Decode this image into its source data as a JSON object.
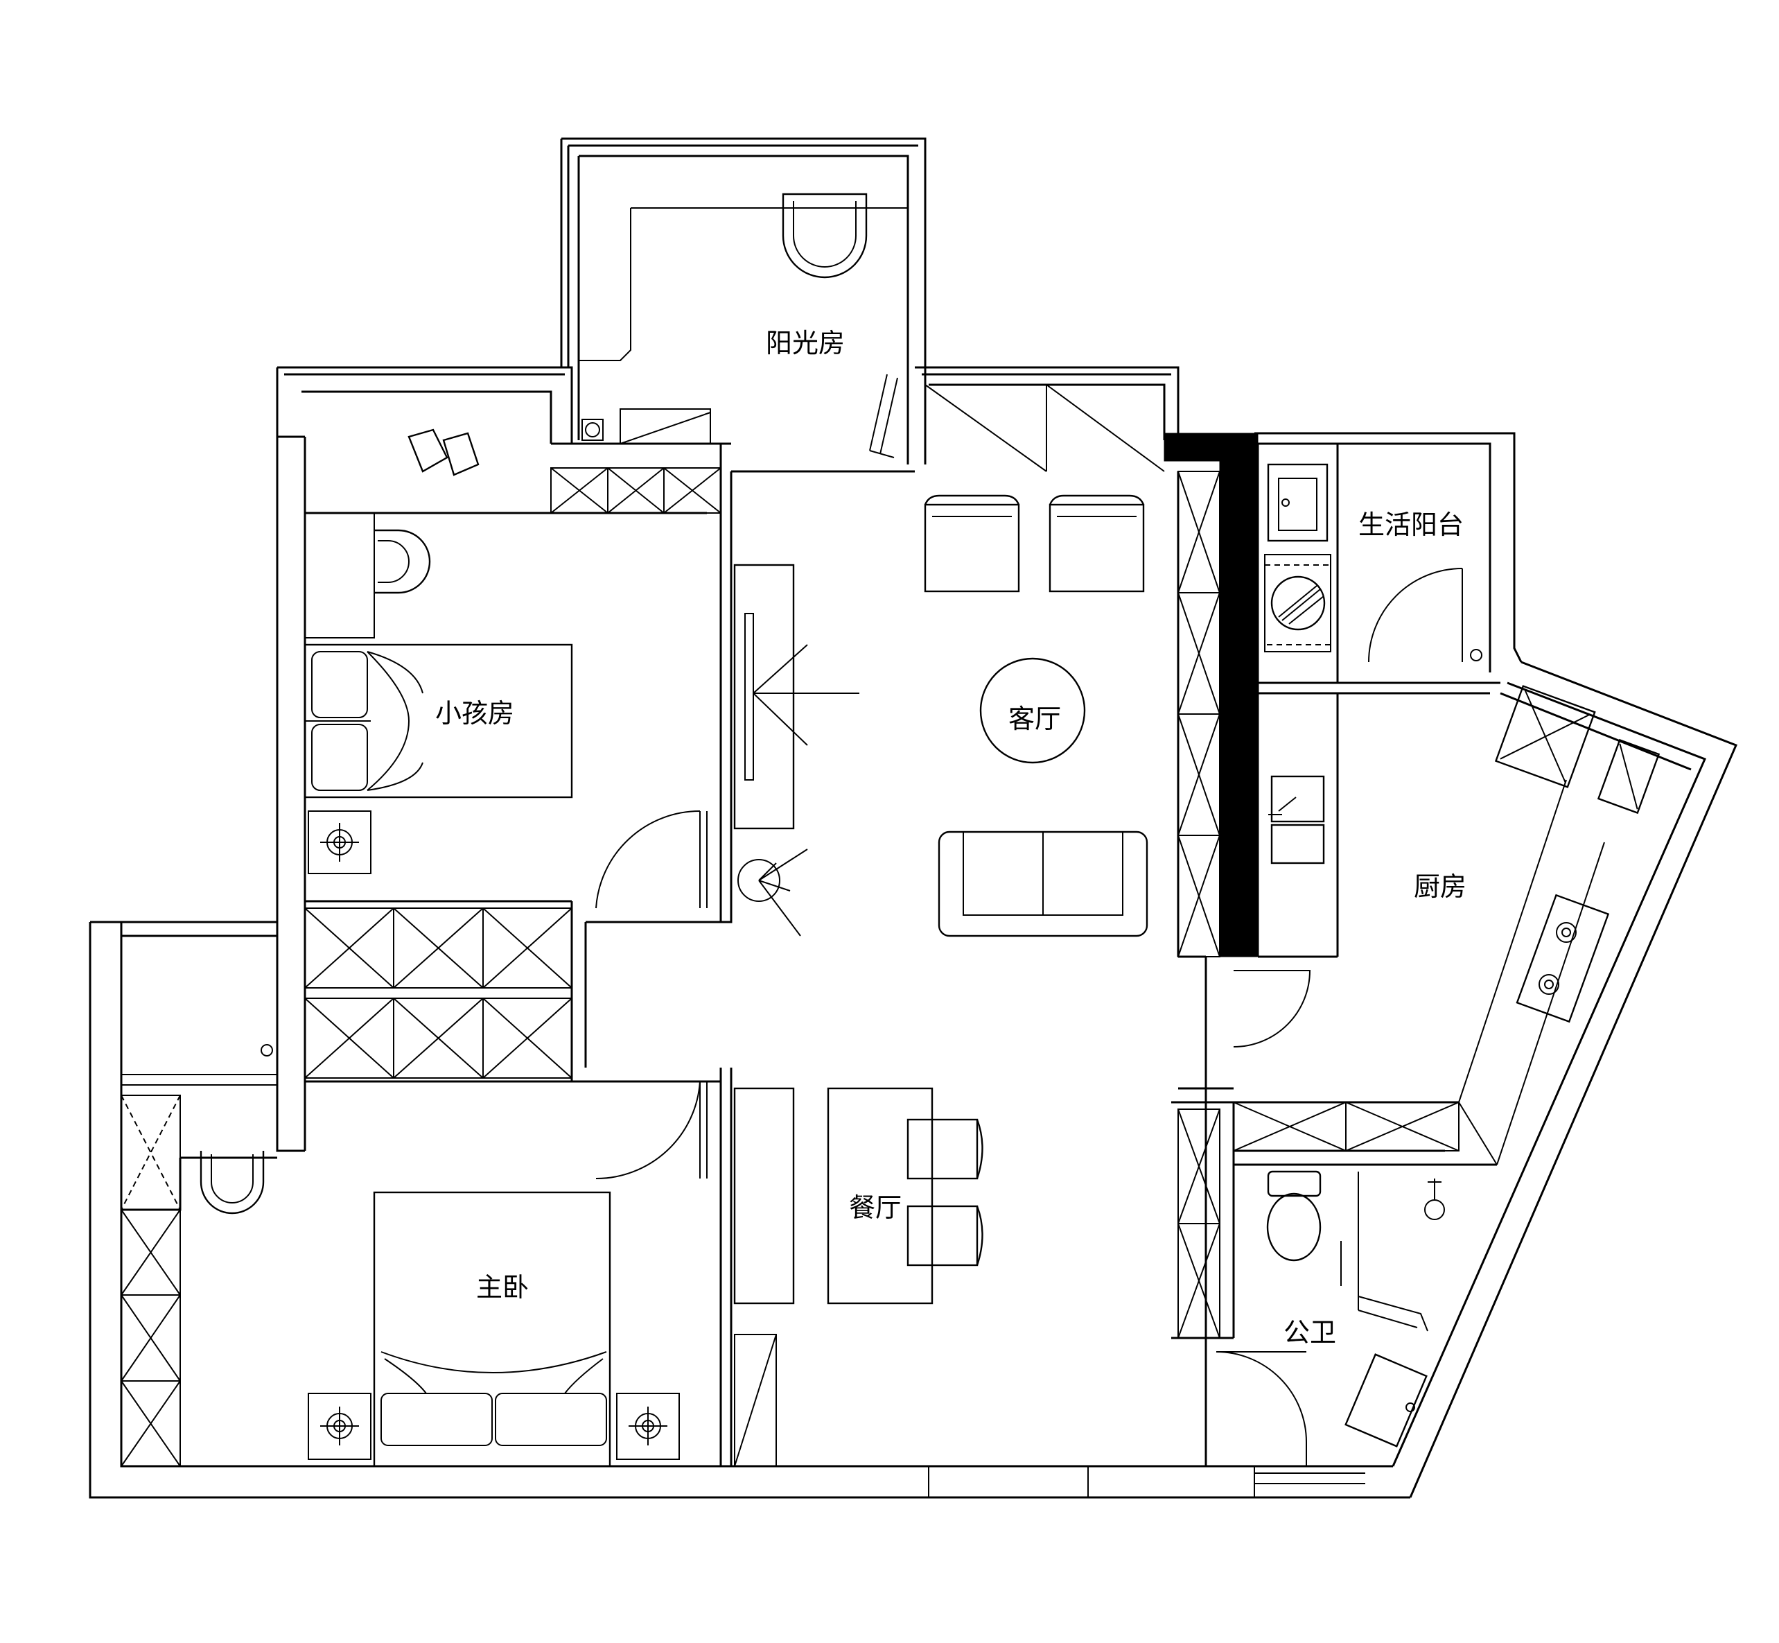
{
  "rooms": {
    "sunroom": "阳光房",
    "kids_room": "小孩房",
    "living_room": "客厅",
    "utility_balcony": "生活阳台",
    "kitchen": "厨房",
    "dining_room": "餐厅",
    "master_bedroom": "主卧",
    "public_bathroom": "公卫"
  },
  "colors": {
    "line": "#000000",
    "background": "#ffffff"
  }
}
